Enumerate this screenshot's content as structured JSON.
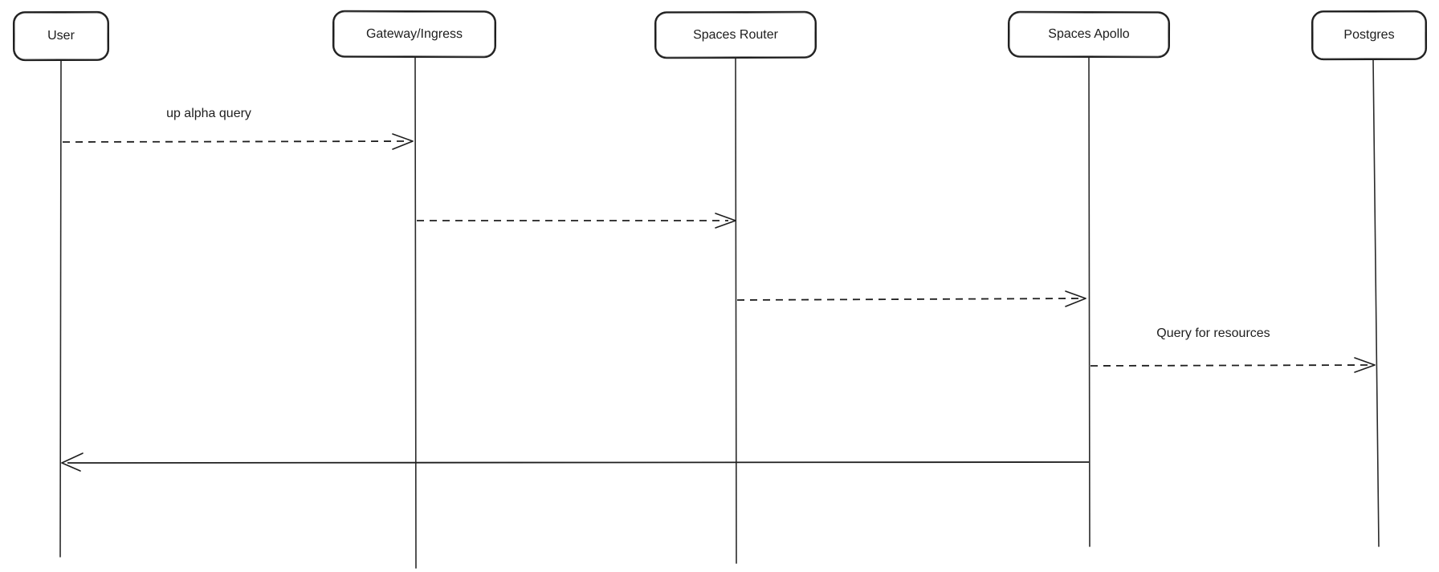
{
  "diagram": {
    "type": "sequence-diagram",
    "colors": {
      "stroke": "#1e1e1e",
      "background": "#ffffff"
    },
    "actors": [
      {
        "id": "user",
        "label": "User"
      },
      {
        "id": "gateway-ingress",
        "label": "Gateway/Ingress"
      },
      {
        "id": "spaces-router",
        "label": "Spaces Router"
      },
      {
        "id": "spaces-apollo",
        "label": "Spaces Apollo"
      },
      {
        "id": "postgres",
        "label": "Postgres"
      }
    ],
    "messages": [
      {
        "from": "User",
        "to": "Gateway/Ingress",
        "label": "up alpha query",
        "line_style": "dashed"
      },
      {
        "from": "Gateway/Ingress",
        "to": "Spaces Router",
        "label": "",
        "line_style": "dashed"
      },
      {
        "from": "Spaces Router",
        "to": "Spaces Apollo",
        "label": "",
        "line_style": "dashed"
      },
      {
        "from": "Spaces Apollo",
        "to": "Postgres",
        "label": "Query for resources",
        "line_style": "dashed"
      },
      {
        "from": "Spaces Apollo",
        "to": "User",
        "label": "",
        "line_style": "solid"
      }
    ]
  }
}
